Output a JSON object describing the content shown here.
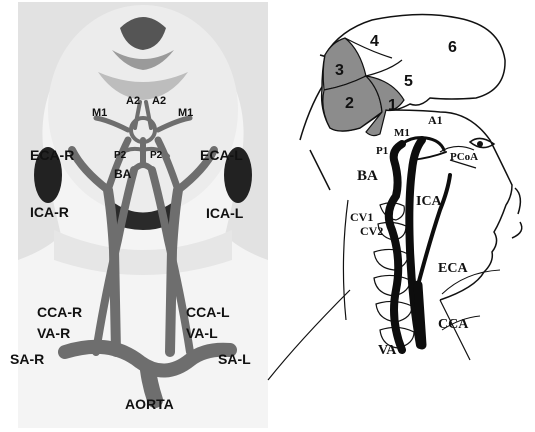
{
  "left_panel": {
    "labels": {
      "a2_left": "A2",
      "a2_right": "A2",
      "m1_left": "M1",
      "m1_right": "M1",
      "p2_left": "P2",
      "p2_right": "P2",
      "ba": "BA",
      "eca_r": "ECA-R",
      "eca_l": "ECA-L",
      "ica_r": "ICA-R",
      "ica_l": "ICA-L",
      "cca_r": "CCA-R",
      "cca_l": "CCA-L",
      "va_r": "VA-R",
      "va_l": "VA-L",
      "sa_r": "SA-R",
      "sa_l": "SA-L",
      "aorta": "AORTA"
    }
  },
  "right_panel": {
    "regions": {
      "r1": "1",
      "r2": "2",
      "r3": "3",
      "r4": "4",
      "r5": "5",
      "r6": "6"
    },
    "labels": {
      "a1": "A1",
      "m1": "M1",
      "p1": "P1",
      "pcoa": "PCoA",
      "ba": "BA",
      "ica": "ICA",
      "cv1": "CV1",
      "cv2": "CV2",
      "eca": "ECA",
      "cca": "CCA",
      "va": "VA"
    }
  },
  "colors": {
    "artery_left": "#6e6e6e",
    "artery_right": "#0d0d0d",
    "skin_shadow": "#cfcfcf",
    "brain_shaded": "#8c8c8c"
  }
}
